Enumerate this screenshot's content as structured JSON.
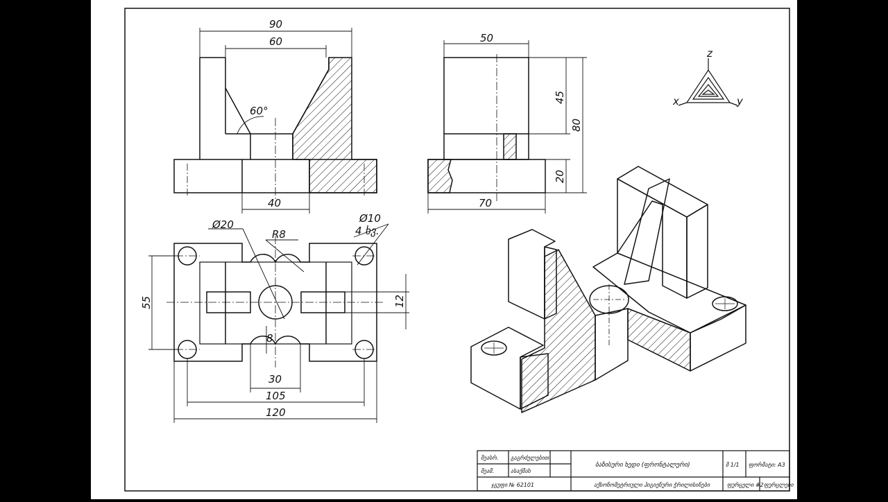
{
  "drawing": {
    "colors": {
      "background": "#000000",
      "sheet": "#ffffff",
      "ink": "#111111"
    },
    "front_view": {
      "dim_overall_width": "90",
      "dim_top_opening": "60",
      "dim_angle": "60°",
      "dim_bottom_width": "40"
    },
    "side_view": {
      "dim_top_width": "50",
      "dim_upper_height": "45",
      "dim_total_height": "80",
      "dim_base_height": "20",
      "dim_base_width": "70"
    },
    "top_view": {
      "dim_center_hole": "Ø20",
      "dim_radius": "R8",
      "dim_corner_hole": "Ø10",
      "dim_corner_hole_count": "4 ხვ.",
      "dim_hole_spacing_y": "55",
      "dim_slot": "12",
      "dim_notch_depth": "8",
      "dim_notch_width": "30",
      "dim_hole_spacing_x": "105",
      "dim_overall_length": "120"
    },
    "axes": {
      "z": "z",
      "x": "x",
      "y": "y"
    },
    "title_block": {
      "role_1": "შეასრ.",
      "name_1": "გაგრძელებით",
      "role_2": "შეამ.",
      "name_2": "ასაქმახ",
      "title": "ბაზისური ხედი (ფრონტალური)",
      "scale": "მ 1/1",
      "format": "ფორმატი: A3",
      "group": "ჯგუფი № 62101",
      "subtitle": "აქსონომეტრიული ჰიგიენური ჭრილისინები",
      "sheet": "ფურცელი #2",
      "sheets": "ფურცლები"
    }
  }
}
